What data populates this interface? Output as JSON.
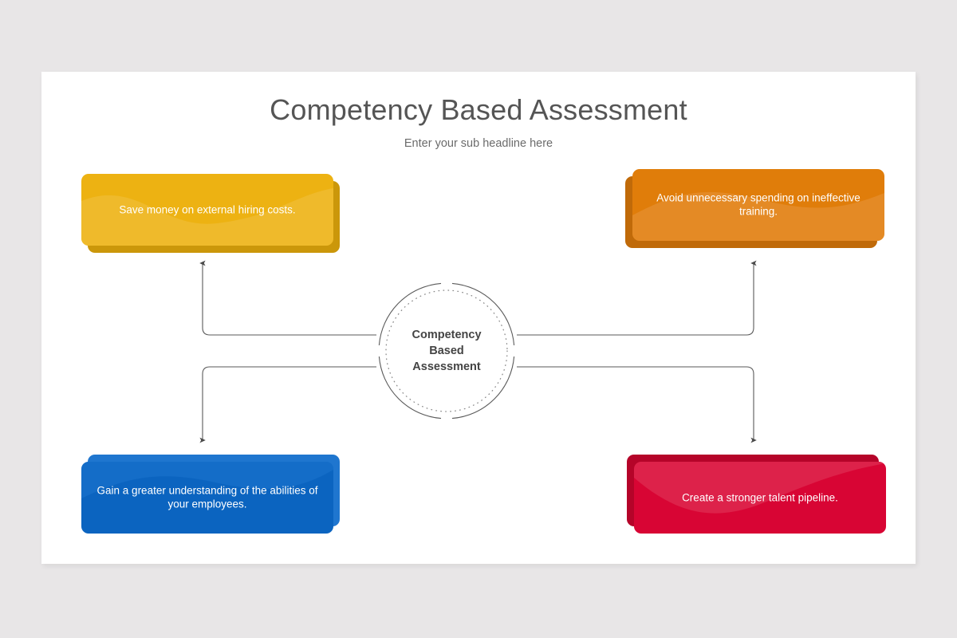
{
  "slide": {
    "title": "Competency Based Assessment",
    "subtitle": "Enter your sub headline here",
    "background_color": "#e8e6e7",
    "panel_color": "#ffffff",
    "title_color": "#555555"
  },
  "hub": {
    "line1": "Competency",
    "line2": "Based",
    "line3": "Assessment",
    "ring_color": "#5a5a5a",
    "dotted_ring_color": "#8a8a8a"
  },
  "cards": [
    {
      "id": "yellow",
      "text": "Save money on external hiring costs.",
      "face_color": "#edb212",
      "backplate_color": "#cb970a",
      "wave_color": "#f0c13f",
      "position": "top-left"
    },
    {
      "id": "orange",
      "text": "Avoid unnecessary spending on ineffective training.",
      "face_color": "#e07d0a",
      "backplate_color": "#c06a09",
      "wave_color": "#e8953c",
      "position": "top-right"
    },
    {
      "id": "blue",
      "text": "Gain a greater understanding of the abilities of your employees.",
      "face_color": "#0b64c0",
      "backplate_color": "#1f76cf",
      "wave_color": "#1d75ce",
      "position": "bottom-left"
    },
    {
      "id": "red",
      "text": "Create a stronger talent pipeline.",
      "face_color": "#d80534",
      "backplate_color": "#b50429",
      "wave_color": "#e23a5c",
      "position": "bottom-right"
    }
  ],
  "connectors": {
    "line_color": "#5a5a5a",
    "arrows": [
      {
        "name": "arrow-to-yellow-card",
        "direction": "up"
      },
      {
        "name": "arrow-to-orange-card",
        "direction": "up"
      },
      {
        "name": "arrow-to-blue-card",
        "direction": "down"
      },
      {
        "name": "arrow-to-red-card",
        "direction": "down"
      }
    ]
  }
}
